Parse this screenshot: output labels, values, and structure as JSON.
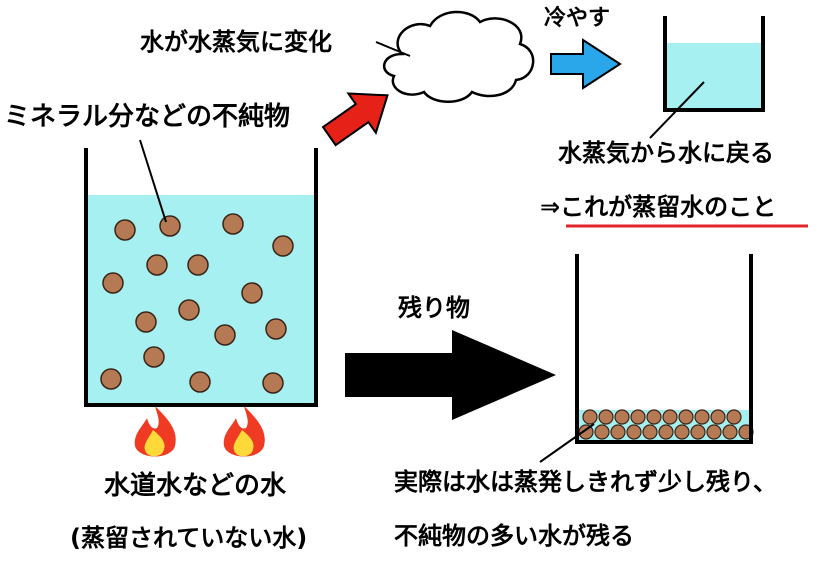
{
  "labels": {
    "evaporate": "水が水蒸気に変化",
    "cool": "冷やす",
    "impurities": "ミネラル分などの不純物",
    "condense": "水蒸気から水に戻る",
    "distilled_prefix": "⇒",
    "distilled": "これが蒸留水のこと",
    "residue": "残り物",
    "source_water": "水道水などの水",
    "source_water_note": "(蒸留されていない水)",
    "result_line1": "実際は水は蒸発しきれず少し残り、",
    "result_line2": "不純物の多い水が残る"
  },
  "icons": [
    "cloud-icon",
    "flame-icon",
    "arrow-icon"
  ],
  "colors": {
    "water": "#a6f0f2",
    "particle": "#b57a54",
    "particle_edge": "#3a2415",
    "red_arrow": "#e62117",
    "blue_arrow": "#2aa7ea",
    "black_arrow": "#000000",
    "underline": "#e3242b",
    "flame_outer": "#ef3b24",
    "flame_inner": "#ffd83a"
  }
}
